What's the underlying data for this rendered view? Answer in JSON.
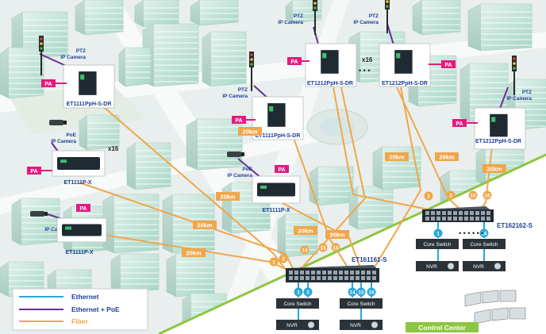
{
  "colors": {
    "ethernet": "#29a8dc",
    "ethernet_poe": "#6b2c91",
    "fiber": "#f0a64a",
    "pa": "#e5197e",
    "control_center": "#8dc63f",
    "device": "#1f2a33",
    "label_blue": "#1c3f94"
  },
  "legend": {
    "ethernet": "Ethernet",
    "ethernet_poe": "Ethernet + PoE",
    "fiber": "Fiber"
  },
  "control_center": {
    "label": "Control Center"
  },
  "cameras": {
    "ptz": "PTZ",
    "ip": "IP Camera",
    "poe": "PoE"
  },
  "pa_label": "PA",
  "multiplier": "x16",
  "dots": "• • •",
  "devices": {
    "d1": "ET1111PpH-S-DR",
    "d2": "ET1212PpH-S-DR",
    "d3": "ET1212PpH-S-DR",
    "d4": "ET1111PpH-S-DR",
    "d5": "ET1212PpH-S-DR",
    "d6": "ET1111P-X",
    "d7": "ET1111P-X",
    "d8": "ET1111P-X"
  },
  "distances": [
    "20km",
    "20km",
    "20km",
    "20km",
    "20km",
    "20km",
    "20km",
    "20km",
    "20km"
  ],
  "switches": {
    "s1": "ET161161-S",
    "s2": "ET162162-S"
  },
  "ports": {
    "s1": [
      "1",
      "2",
      "14",
      "15",
      "16"
    ],
    "s1_lower": [
      "1",
      "2",
      "14",
      "15",
      "16"
    ],
    "s2": [
      "1",
      "2",
      "15",
      "16"
    ],
    "s2_lower": [
      "1",
      "16"
    ]
  },
  "core_switch": "Core Switch",
  "nvr": "NVR"
}
